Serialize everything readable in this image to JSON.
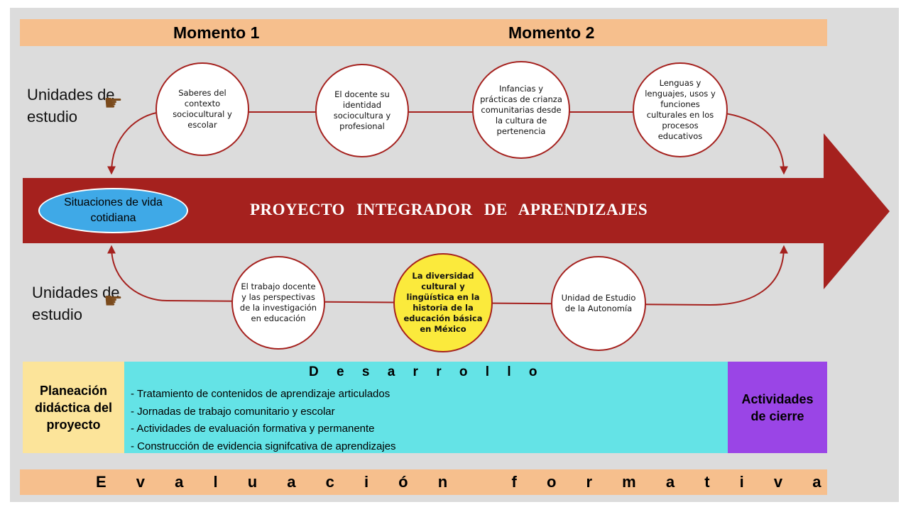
{
  "header": {
    "moment1": "Momento 1",
    "moment2": "Momento 2"
  },
  "side_labels": {
    "top": "Unidades de estudio",
    "bottom": "Unidades de estudio"
  },
  "icons": {
    "hand": "pointing-hand-icon"
  },
  "top_units": [
    "Saberes del contexto sociocultural y escolar",
    "El docente su identidad sociocultura y profesional",
    "Infancias y prácticas de crianza comunitarias desde la cultura de pertenencia",
    "Lenguas y lenguajes, usos y funciones culturales en los procesos educativos"
  ],
  "bottom_units": [
    "El trabajo docente y las perspectivas de la investigación en educación",
    "La diversidad cultural y lingüística en la historia de la educación básica en México",
    "Unidad de Estudio de la Autonomía"
  ],
  "arrow": {
    "title": "PROYECTO INTEGRADOR DE APRENDIZAJES",
    "ellipse": "Situaciones de vida cotidiana"
  },
  "phases": {
    "planning": "Planeación didáctica del proyecto",
    "development_title": "D e s a r r o l l o",
    "development_items": [
      "- Tratamiento de contenidos de aprendizaje articulados",
      "- Jornadas de trabajo comunitario y escolar",
      "- Actividades de evaluación formativa y permanente",
      "- Construcción de evidencia signifcativa de aprendizajes"
    ],
    "closing": "Actividades de cierre"
  },
  "footer": {
    "label": "E v a l u a c i ó n   f o r m a t i v a"
  },
  "colors": {
    "arrow": "#a5211e",
    "band": "#f6bf8d",
    "planning": "#fce49a",
    "development": "#64e3e6",
    "closing": "#9a45e6",
    "ellipse": "#3fa9e7",
    "highlight": "#fbea3c"
  }
}
